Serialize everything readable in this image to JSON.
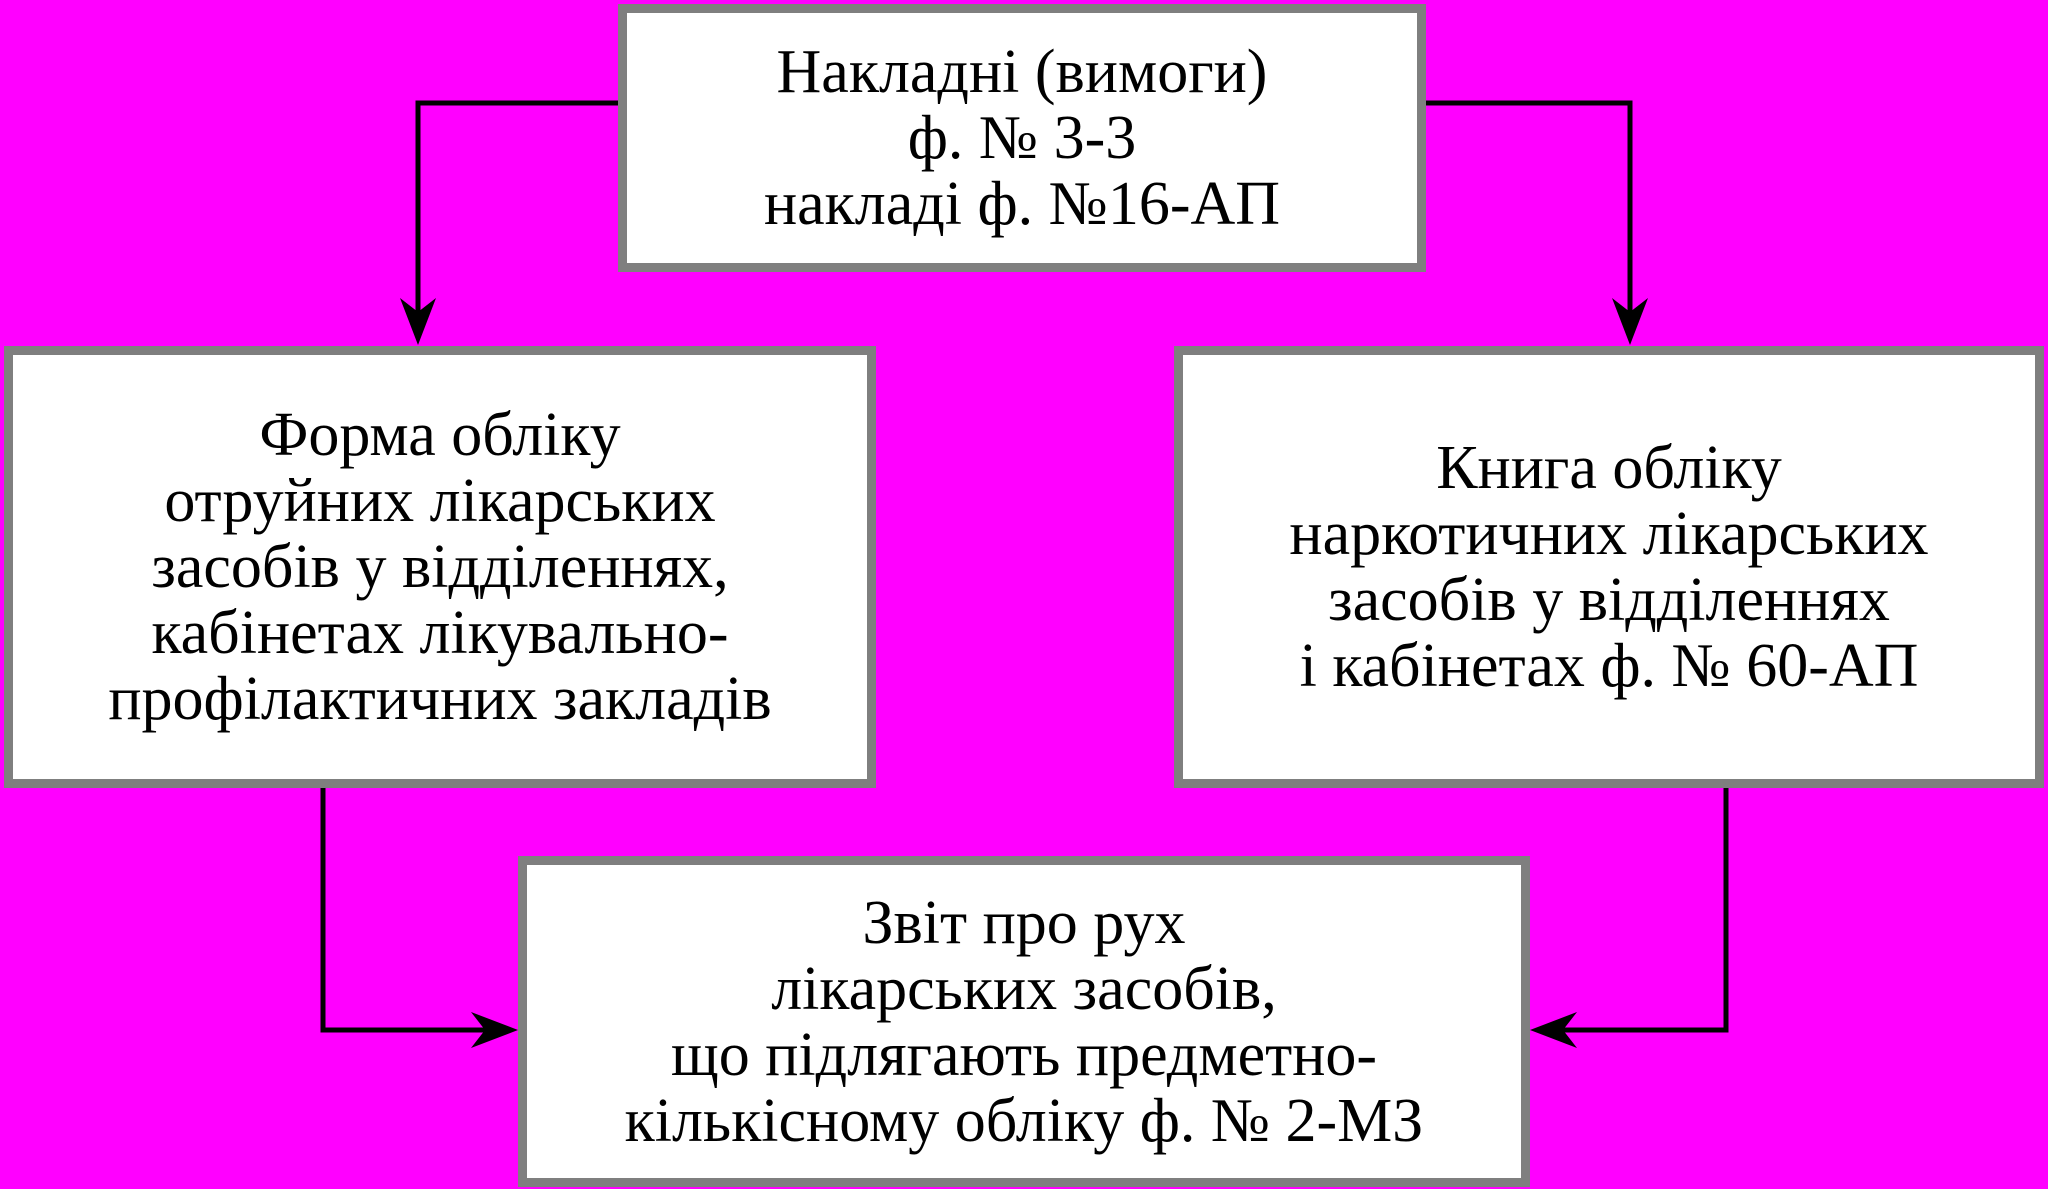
{
  "diagram": {
    "background_color": "#ff00ff",
    "box_fill": "#ffffff",
    "box_border_color": "#7f7f7f",
    "line_color": "#000000",
    "boxes": {
      "top": {
        "lines": [
          "Накладні (вимоги)",
          "ф. № 3-3",
          "накладі ф. №16-АП"
        ]
      },
      "left": {
        "lines": [
          "Форма обліку",
          "отруйних лікарських",
          "засобів у відділеннях,",
          "кабінетах лікувально-",
          "профілактичних закладів"
        ]
      },
      "right": {
        "lines": [
          "Книга обліку",
          "наркотичних лікарських",
          "засобів у відділеннях",
          "і кабінетах ф. № 60-АП"
        ]
      },
      "bottom": {
        "lines": [
          "Звіт про рух",
          "лікарських засобів,",
          "що підлягають предметно-",
          "кількісному обліку ф. № 2-МЗ"
        ]
      }
    },
    "connections": [
      {
        "from": "top",
        "to": "left"
      },
      {
        "from": "top",
        "to": "right"
      },
      {
        "from": "left",
        "to": "bottom"
      },
      {
        "from": "right",
        "to": "bottom"
      }
    ]
  }
}
